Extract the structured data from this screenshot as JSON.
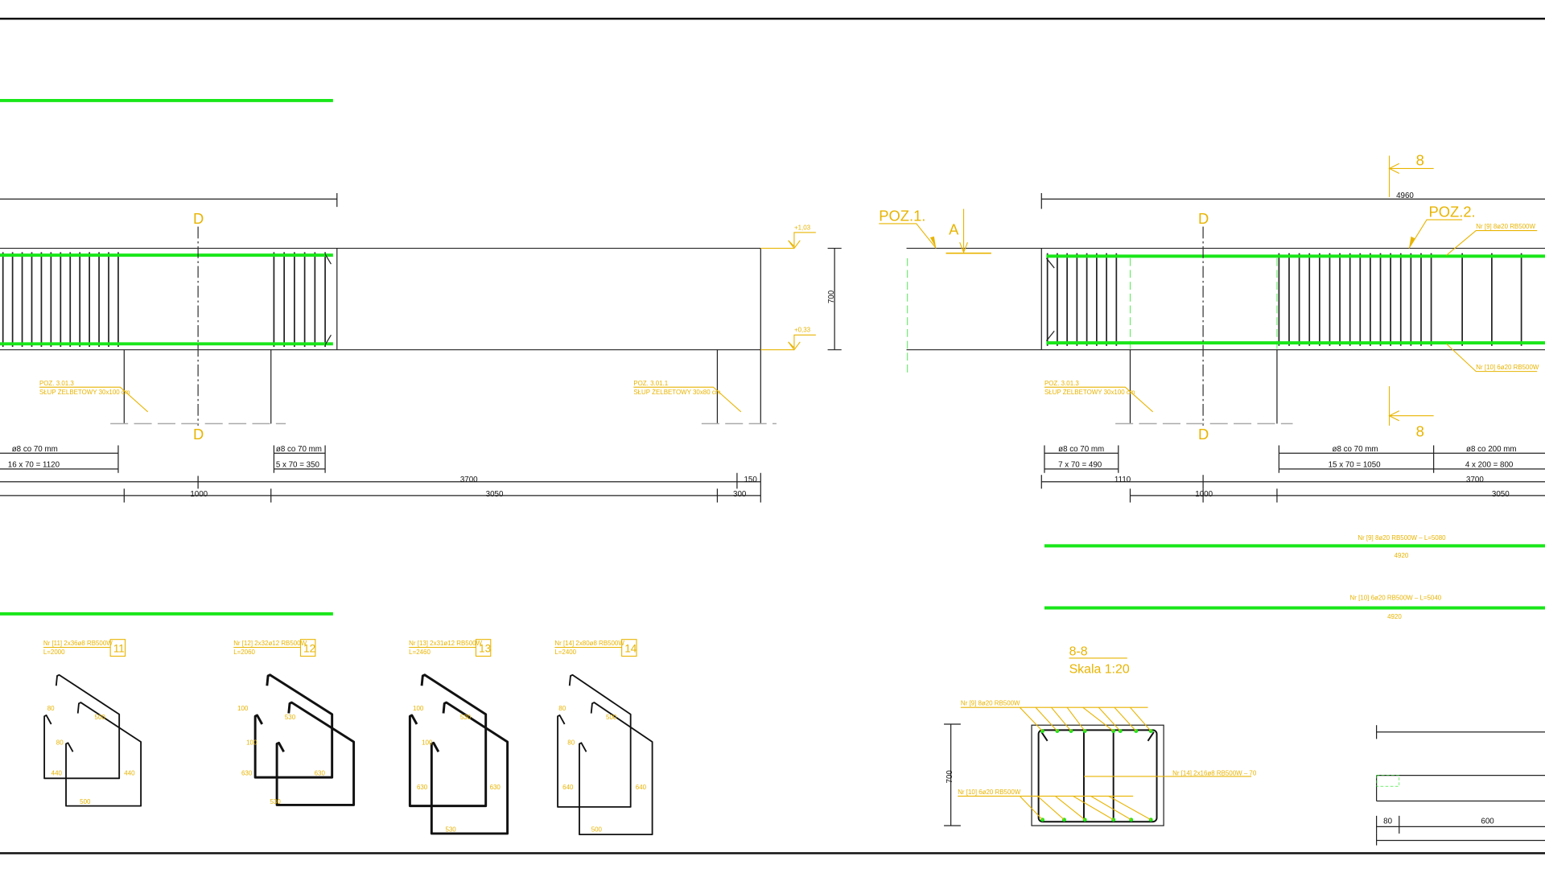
{
  "colors": {
    "rebar": "#19e619",
    "annotation": "#e8b400",
    "line": "#222222"
  },
  "left_elevation": {
    "axis_label": "D",
    "column_1": {
      "pos": "POZ. 3.01.3",
      "desc": "SŁUP ŻELBETOWY 30x100 cm"
    },
    "column_2": {
      "pos": "POZ. 3.01.1",
      "desc": "SŁUP ŻELBETOWY 30x80 cm"
    },
    "level_top": "+1,03",
    "level_bottom": "+0,33",
    "height_dim": "700",
    "stirrups_1": {
      "spacing": "ø8 co 70 mm",
      "count": "16 x 70 = 1120"
    },
    "stirrups_2": {
      "spacing": "ø8 co 70 mm",
      "count": "5 x 70 = 350"
    },
    "dims_row1": [
      "3700",
      "150"
    ],
    "dims_row2": [
      "1000",
      "3050",
      "300"
    ]
  },
  "right_elevation": {
    "poz1": "POZ.1.",
    "poz2": "POZ.2.",
    "section_a": "A",
    "section_8": "8",
    "axis_label": "D",
    "overall_dim": "4960",
    "top_bar": "Nr [9] 8ø20 RB500W",
    "bottom_bar": "Nr [10] 6ø20 RB500W",
    "column": {
      "pos": "POZ. 3.01.3",
      "desc": "SŁUP ŻELBETOWY 30x100 cm"
    },
    "stirrups_1": {
      "spacing": "ø8 co 70 mm",
      "count": "7 x 70 = 490"
    },
    "stirrups_2": {
      "spacing": "ø8 co 70 mm",
      "count": "15 x 70 = 1050"
    },
    "stirrups_3": {
      "spacing": "ø8 co 200 mm",
      "count": "4 x 200 = 800"
    },
    "dims_row1": [
      "1110",
      "3700"
    ],
    "dims_row2": [
      "1000",
      "3050"
    ]
  },
  "bar_schedule": [
    {
      "label": "Nr [9] 8ø20 RB500W – L=5080",
      "length": "4920"
    },
    {
      "label": "Nr [10] 6ø20 RB500W – L=5040",
      "length": "4920"
    }
  ],
  "stirrups": [
    {
      "label": "Nr [11] 2x36ø8 RB500W",
      "length": "L=2000",
      "mark": "11",
      "dims": [
        "80",
        "500",
        "80",
        "440",
        "440",
        "500"
      ]
    },
    {
      "label": "Nr [12] 2x32ø12 RB500W",
      "length": "L=2060",
      "mark": "12",
      "dims": [
        "100",
        "530",
        "100",
        "630",
        "630",
        "530"
      ]
    },
    {
      "label": "Nr [13] 2x31ø12 RB500W",
      "length": "L=2460",
      "mark": "13",
      "dims": [
        "100",
        "530",
        "100",
        "630",
        "630",
        "530"
      ]
    },
    {
      "label": "Nr [14] 2x80ø8 RB500W",
      "length": "L=2400",
      "mark": "14",
      "dims": [
        "80",
        "500",
        "80",
        "640",
        "640",
        "500"
      ]
    }
  ],
  "section": {
    "title": "8-8",
    "scale": "Skala 1:20",
    "height_dim": "700",
    "top_bars": "Nr [9] 8ø20 RB500W",
    "bottom_bars": "Nr [10] 6ø20 RB500W",
    "stirrup": "Nr [14] 2x16ø8 RB500W – 70"
  },
  "detail": {
    "dims": [
      "80",
      "600"
    ]
  }
}
